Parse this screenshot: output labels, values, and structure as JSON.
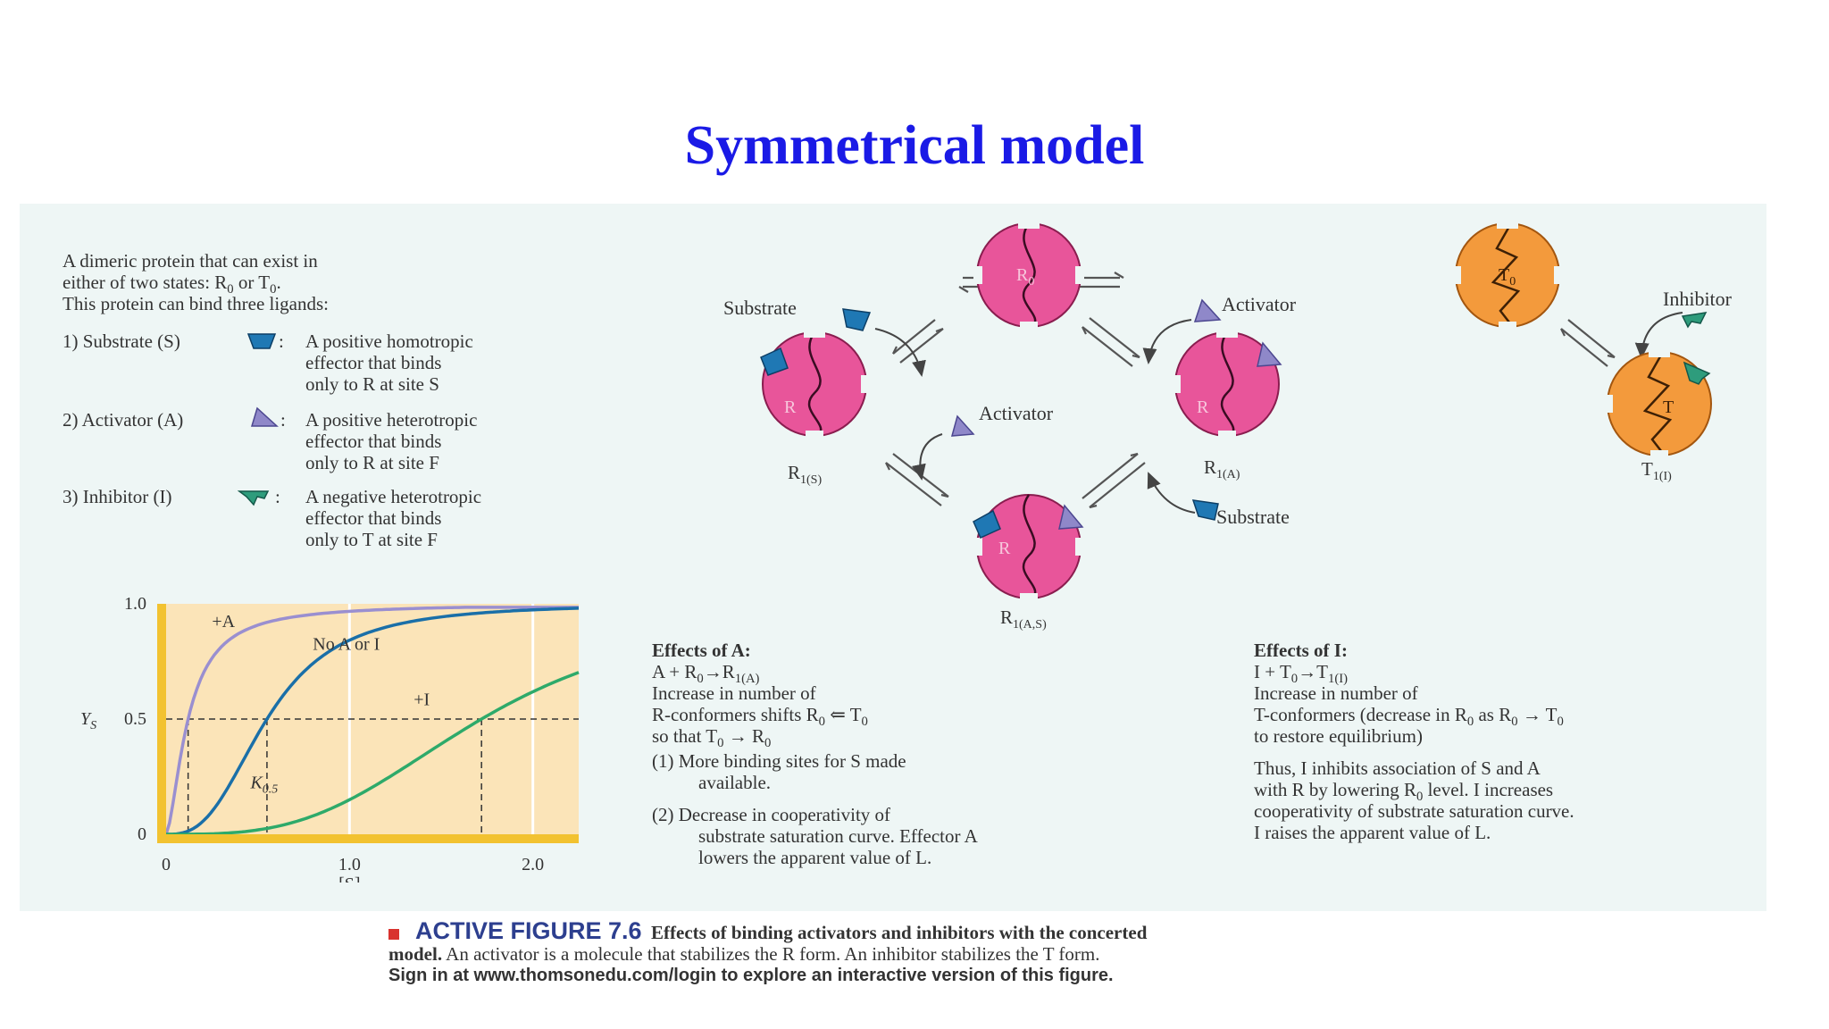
{
  "title": "Symmetrical model",
  "description": {
    "line1": "A dimeric protein that can exist in",
    "line2": "either of two states: R",
    "line2_sub": "0",
    "line2_mid": " or T",
    "line2_sub2": "0",
    "line2_end": ".",
    "line3": "This protein can bind three ligands:"
  },
  "ligands": [
    {
      "label": "1) Substrate (S)",
      "desc": [
        "A positive homotropic",
        "effector that binds",
        "only to R at site S"
      ]
    },
    {
      "label": "2) Activator (A)",
      "desc": [
        "A positive heterotropic",
        "effector that binds",
        "only to R at site F"
      ]
    },
    {
      "label": "3) Inhibitor (I)",
      "desc": [
        "A negative heterotropic",
        "effector that binds",
        "only to T at site F"
      ]
    }
  ],
  "scheme": {
    "r0": "R",
    "r0_sub": "0",
    "t0": "T",
    "t0_sub": "0",
    "r": "R",
    "t": "T",
    "r1s": "R",
    "r1s_sub": "1(S)",
    "r1a": "R",
    "r1a_sub": "1(A)",
    "r1as": "R",
    "r1as_sub": "1(A,S)",
    "t1i": "T",
    "t1i_sub": "1(I)",
    "substrate": "Substrate",
    "activator": "Activator",
    "inhibitor": "Inhibitor"
  },
  "effects_a": {
    "heading": "Effects of A:",
    "eq": "A + R",
    "eq_sub": "0",
    "eq_arrow": "→R",
    "eq_sub2": "1(A)",
    "l1": "Increase in number of",
    "l2": "R-conformers shifts R",
    "l2_sub": "0",
    "l2_end": " ⇐ T",
    "l2_sub2": "0",
    "l3": "so that T",
    "l3_sub": "0",
    "l3_end": " → R",
    "l3_sub2": "0",
    "p1a": "(1)  More binding sites for S made",
    "p1b": "available.",
    "p2a": "(2)  Decrease in cooperativity of",
    "p2b": "substrate saturation curve.  Effector A",
    "p2c": "lowers the apparent value of L."
  },
  "effects_i": {
    "heading": "Effects of I:",
    "eq": "I + T",
    "eq_sub": "0",
    "eq_arrow": "→T",
    "eq_sub2": "1(I)",
    "l1": "Increase in number of",
    "l2": "T-conformers (decrease in R",
    "l2_sub": "0",
    "l2_mid": " as R",
    "l2_sub2": "0",
    "l2_end": " → T",
    "l2_sub3": "0",
    "l3": "to restore equilibrium)",
    "p1": "Thus, I inhibits association of S and A",
    "p2": "with R by lowering R",
    "p2_sub": "0",
    "p2_end": " level. I increases",
    "p3": "cooperativity of substrate saturation curve.",
    "p4": "I raises the apparent value of L."
  },
  "chart_data": {
    "type": "line",
    "xlabel": "[S]",
    "ylabel": "Y",
    "ylabel_sub": "S",
    "xlim": [
      0,
      2.25
    ],
    "ylim": [
      0,
      1.0
    ],
    "xticks": [
      "0",
      "1.0",
      "2.0"
    ],
    "yticks": [
      "0",
      "0.5",
      "1.0"
    ],
    "k_label": "K",
    "k_label_sub": "0.5",
    "reference_line_y": 0.5,
    "series": [
      {
        "name": "+A",
        "color": "#9a8fd0",
        "half": 0.12,
        "n": 1.6
      },
      {
        "name": "No A or I",
        "color": "#1a6fa8",
        "half": 0.55,
        "n": 2.8
      },
      {
        "name": "+I",
        "color": "#2eaa6a",
        "half": 1.72,
        "n": 3.2
      }
    ],
    "k05_x": [
      0.12,
      0.55,
      1.72
    ]
  },
  "caption": {
    "figure_tag": "ACTIVE FIGURE 7.6",
    "bold1": "Effects of binding activators and inhibitors with the concerted",
    "bold2": "model.",
    "text": " An activator is a molecule that stabilizes the R form. An inhibitor stabilizes the T form.",
    "signin": "Sign in at www.thomsonedu.com/login to explore an interactive version of this figure."
  },
  "colors": {
    "title": "#1a1ae6",
    "panel": "#eef6f5",
    "r_protein": "#e8559a",
    "t_protein": "#f39a3c",
    "substrate": "#1f78b4",
    "activator": "#8f88c9",
    "inhibitor": "#2e9c7c",
    "chart_bg": "#fbe4b8",
    "chart_axis": "#f2c230"
  }
}
